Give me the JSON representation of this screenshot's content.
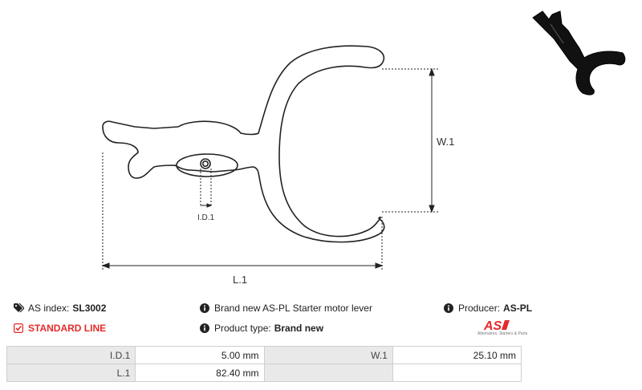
{
  "diagram": {
    "labels": {
      "w1": "W.1",
      "l1": "L.1",
      "id1": "I.D.1"
    }
  },
  "info": {
    "as_index_label": "AS index:",
    "as_index_value": "SL3002",
    "line_label": "STANDARD LINE",
    "description": "Brand new AS-PL Starter motor lever",
    "product_type_label": "Product type:",
    "product_type_value": "Brand new",
    "producer_label": "Producer:",
    "producer_value": "AS-PL"
  },
  "logo": {
    "mark": "AS",
    "tagline": "Alternators, Starters & Parts"
  },
  "specs": [
    {
      "k1": "I.D.1",
      "v1": "5.00 mm",
      "k2": "W.1",
      "v2": "25.10 mm"
    },
    {
      "k1": "L.1",
      "v1": "82.40 mm",
      "k2": "",
      "v2": ""
    }
  ],
  "colors": {
    "accent": "#e52b2b",
    "cell_key_bg": "#e9e9e9",
    "border": "#cfcfcf"
  }
}
